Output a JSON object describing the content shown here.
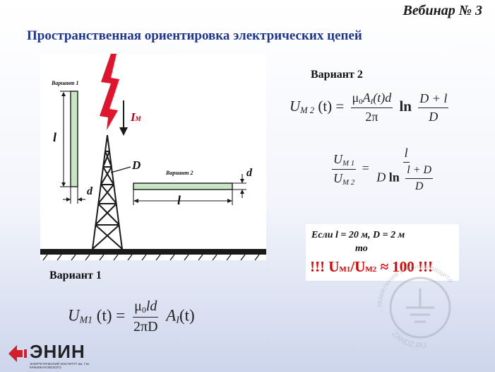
{
  "header": {
    "webinar": "Вебинар № 3",
    "title": "Пространственная ориентировка электрических цепей"
  },
  "figure": {
    "label_variant1": "Вариант 1",
    "label_variant2": "Вариант 2",
    "label_l_vertical": "l",
    "label_d_vertical": "d",
    "label_current": "I",
    "label_current_sub": "M",
    "label_D": "D",
    "label_d_horizontal": "d",
    "label_l_horizontal": "l"
  },
  "variant2": {
    "heading": "Вариант  2",
    "formula1": {
      "lhs_U": "U",
      "lhs_sub": "M 2",
      "lhs_arg": "(t) =",
      "num_mu": "μ",
      "num_mu_sub": "0",
      "num_A": "A",
      "num_A_sub": "I",
      "num_rest": "(t)d",
      "den": "2π",
      "ln": "ln",
      "ln_num": "D + l",
      "ln_den": "D"
    },
    "formula2": {
      "num_U": "U",
      "num_sub": "M 1",
      "den_U": "U",
      "den_sub": "M 2",
      "eq": "=",
      "rhs_num": "l",
      "rhs_den_D": "D",
      "rhs_den_ln": "ln",
      "rhs_inner_num": "l + D",
      "rhs_inner_den": "D"
    }
  },
  "variant1": {
    "heading": "Вариант 1",
    "formula": {
      "lhs_U": "U",
      "lhs_sub": "M1",
      "lhs_arg": "(t) =",
      "num_mu": "μ",
      "num_mu_sub": "0",
      "num_rest": "ld",
      "den": "2πD",
      "rhs_A": "A",
      "rhs_sub": "I",
      "rhs_arg": "(t)"
    }
  },
  "note": {
    "line1": "Если  l = 20 м, D = 2 м",
    "line2": "то",
    "line3": "!!! U",
    "line3_sub1": "M1",
    "line3_slash": "/U",
    "line3_sub2": "M2",
    "line3_tail": " ≈ 100 !!!"
  },
  "logo": {
    "name": "ЭНИН",
    "subtitle": "ЭНЕРГЕТИЧЕСКИЙ ИНСТИТУТ им. Г.М. КРЖИЖАНОВСКОГО"
  },
  "watermark": {
    "arc_text": "заземление и молниезащита",
    "site": "ZANDZ.RU"
  },
  "colors": {
    "title": "#1f3596",
    "accent_red": "#e00000",
    "conductor_fill": "#c8e6c4",
    "lightning": "#e0142c"
  }
}
